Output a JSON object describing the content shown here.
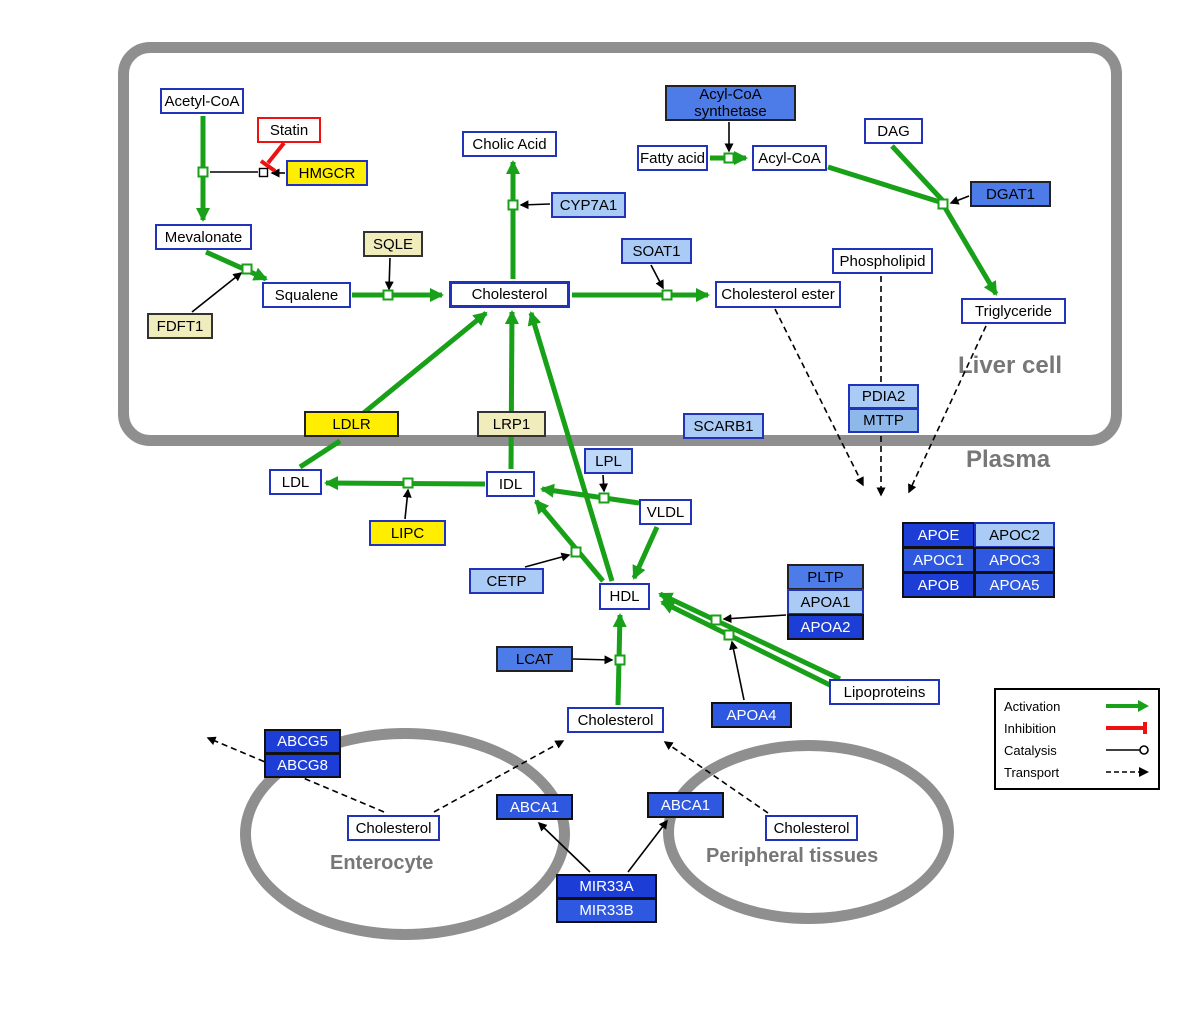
{
  "compartments": {
    "liver": "Liver cell",
    "plasma": "Plasma",
    "enterocyte": "Enterocyte",
    "peripheral": "Peripheral tissues"
  },
  "legend": {
    "activation": "Activation",
    "inhibition": "Inhibition",
    "catalysis": "Catalysis",
    "transport": "Transport"
  },
  "colors": {
    "activation_green": "#18A018",
    "inhibition_red": "#ee1111",
    "membrane_gray": "#8f8f8f",
    "node_border_blue": "#2233bb",
    "highlight_yellow": "#ffee00",
    "gene_light_blue": "#a9cbf5",
    "gene_medium_blue": "#4d7ce8",
    "gene_dark_blue": "#1d3ed6"
  },
  "nodes": {
    "acetyl_coa": "Acetyl-CoA",
    "statin": "Statin",
    "hmgcr": "HMGCR",
    "mevalonate": "Mevalonate",
    "fdft1": "FDFT1",
    "squalene": "Squalene",
    "sqle": "SQLE",
    "cholic_acid": "Cholic Acid",
    "cyp7a1": "CYP7A1",
    "cholesterol_liver": "Cholesterol",
    "soat1": "SOAT1",
    "cholesterol_ester": "Cholesterol ester",
    "acyl_coa_synthetase": "Acyl-CoA synthetase",
    "fatty_acid": "Fatty acid",
    "acyl_coa": "Acyl-CoA",
    "dag": "DAG",
    "dgat1": "DGAT1",
    "phospholipid": "Phospholipid",
    "triglyceride": "Triglyceride",
    "ldlr": "LDLR",
    "lrp1": "LRP1",
    "scarb1": "SCARB1",
    "pdia2": "PDIA2",
    "mttp": "MTTP",
    "ldl": "LDL",
    "idl": "IDL",
    "lpl": "LPL",
    "vldl": "VLDL",
    "lipc": "LIPC",
    "cetp": "CETP",
    "hdl": "HDL",
    "pltp": "PLTP",
    "apoa1": "APOA1",
    "apoa2": "APOA2",
    "apoe": "APOE",
    "apoc2": "APOC2",
    "apoc1": "APOC1",
    "apoc3": "APOC3",
    "apob": "APOB",
    "apoa5": "APOA5",
    "lcat": "LCAT",
    "apoa4": "APOA4",
    "lipoproteins": "Lipoproteins",
    "cholesterol_plasma": "Cholesterol",
    "abcg5": "ABCG5",
    "abcg8": "ABCG8",
    "cholesterol_enterocyte": "Cholesterol",
    "abca1_left": "ABCA1",
    "abca1_right": "ABCA1",
    "cholesterol_peripheral": "Cholesterol",
    "mir33a": "MIR33A",
    "mir33b": "MIR33B"
  }
}
